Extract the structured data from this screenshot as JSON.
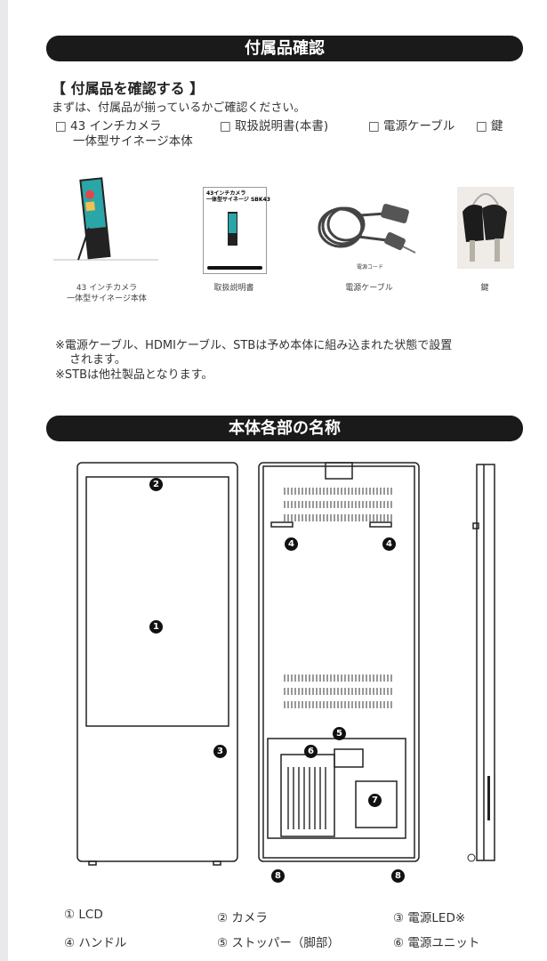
{
  "sections": {
    "accessories_title": "付属品確認",
    "parts_title": "本体各部の名称"
  },
  "accessories": {
    "heading": "【 付属品を確認する 】",
    "intro": "まずは、付属品が揃っているかご確認ください。",
    "checklist": [
      {
        "line1": "□ 43 インチカメラ",
        "line2": "一体型サイネージ本体"
      },
      {
        "line1": "□ 取扱説明書(本書)"
      },
      {
        "line1": "□ 電源ケーブル"
      },
      {
        "line1": "□ 鍵"
      }
    ],
    "images": [
      {
        "caption1": "43 インチカメラ",
        "caption2": "一体型サイネージ本体",
        "icon": "signage-photo"
      },
      {
        "caption1": "取扱説明書",
        "icon": "manual-photo",
        "cover_title1": "43インチカメラ",
        "cover_title2": "一体型サイネージ SBK43"
      },
      {
        "caption1": "電源ケーブル",
        "icon": "power-cable-photo",
        "inner_label": "電源コード"
      },
      {
        "caption1": "鍵",
        "icon": "keys-photo"
      }
    ],
    "notes": [
      "※電源ケーブル、HDMIケーブル、STBは予め本体に組み込まれた状態で設置",
      "されます。",
      "※STBは他社製品となります。"
    ]
  },
  "diagram": {
    "markers": [
      "1",
      "2",
      "3",
      "4",
      "4",
      "5",
      "6",
      "7",
      "8",
      "8"
    ]
  },
  "legend": [
    "① LCD",
    "② カメラ",
    "③ 電源LED※",
    "④ ハンドル",
    "⑤ ストッパー（脚部）",
    "⑥ 電源ユニット"
  ]
}
